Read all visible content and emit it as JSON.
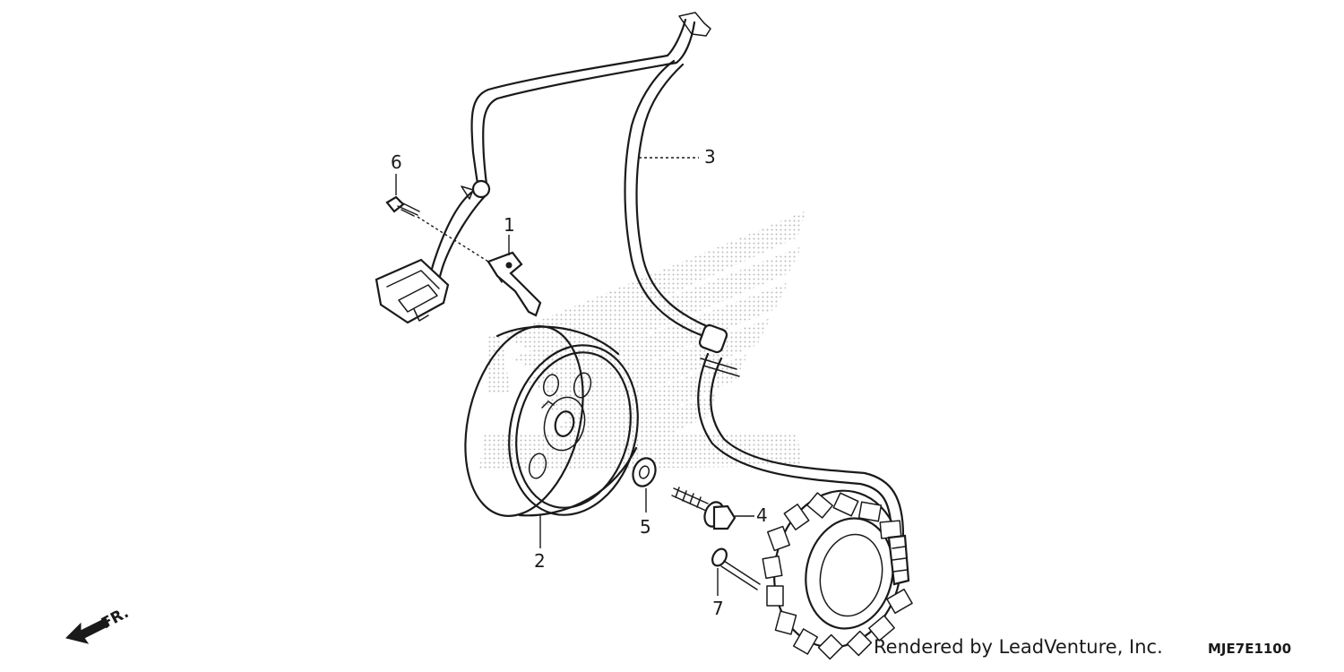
{
  "callouts": {
    "c1": "1",
    "c2": "2",
    "c3": "3",
    "c4": "4",
    "c5": "5",
    "c6": "6",
    "c7": "7"
  },
  "direction_label": "FR.",
  "credit_text": "Rendered by LeadVenture, Inc.",
  "diagram_code": "MJE7E1100",
  "colors": {
    "ink": "#1a1a1a",
    "watermark": "#b5b5b5",
    "background": "#ffffff"
  },
  "icons": {
    "watermark": "honda-wing-logo",
    "direction": "front-direction-arrow"
  }
}
